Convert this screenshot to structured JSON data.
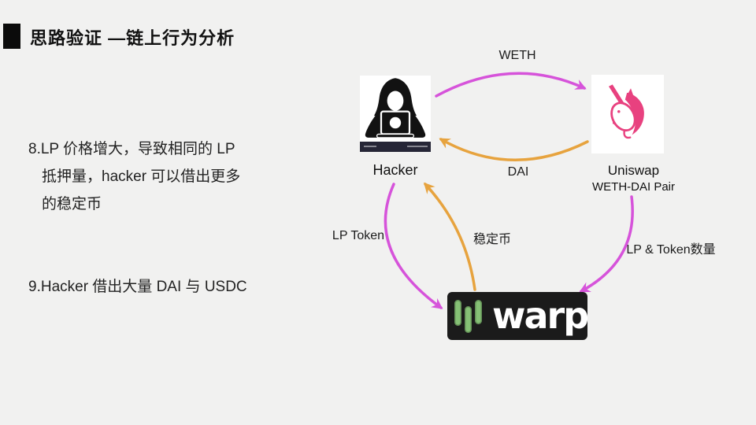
{
  "slide": {
    "background": "#f1f1f0",
    "title": "思路验证 —链上行为分析",
    "notes": [
      {
        "lines": [
          "8.LP 价格增大，导致相同的 LP",
          "抵押量，hacker 可以借出更多",
          "的稳定币"
        ]
      },
      {
        "lines": [
          "9.Hacker 借出大量 DAI 与 USDC"
        ]
      }
    ]
  },
  "diagram": {
    "nodes": {
      "hacker": {
        "label": "Hacker",
        "icon": "hooded-hacker-with-laptop-icon"
      },
      "uniswap": {
        "label": "Uniswap",
        "sublabel": "WETH-DAI Pair",
        "icon": "uniswap-unicorn-logo"
      },
      "warp": {
        "label": "warp",
        "icon": "warp-green-bars-logo"
      }
    },
    "edges": [
      {
        "label": "WETH",
        "from": "Hacker",
        "to": "Uniswap",
        "color": "#cf52d8"
      },
      {
        "label": "DAI",
        "from": "Uniswap",
        "to": "Hacker",
        "color": "#e7a33e"
      },
      {
        "label": "LP Token",
        "from": "Hacker",
        "to": "warp",
        "color": "#d653da"
      },
      {
        "label": "稳定币",
        "from": "warp",
        "to": "Hacker",
        "color": "#e7a33e"
      },
      {
        "label": "LP & Token数量",
        "from": "Uniswap",
        "to": "warp",
        "color": "#d653da"
      }
    ],
    "colors": {
      "magenta": "#d653da",
      "orange": "#e7a33e",
      "uniswap_pink": "#e8417f",
      "warp_green": "#85c075",
      "warp_bg": "#1b1b1b",
      "slide_bg": "#f1f1f0"
    }
  }
}
